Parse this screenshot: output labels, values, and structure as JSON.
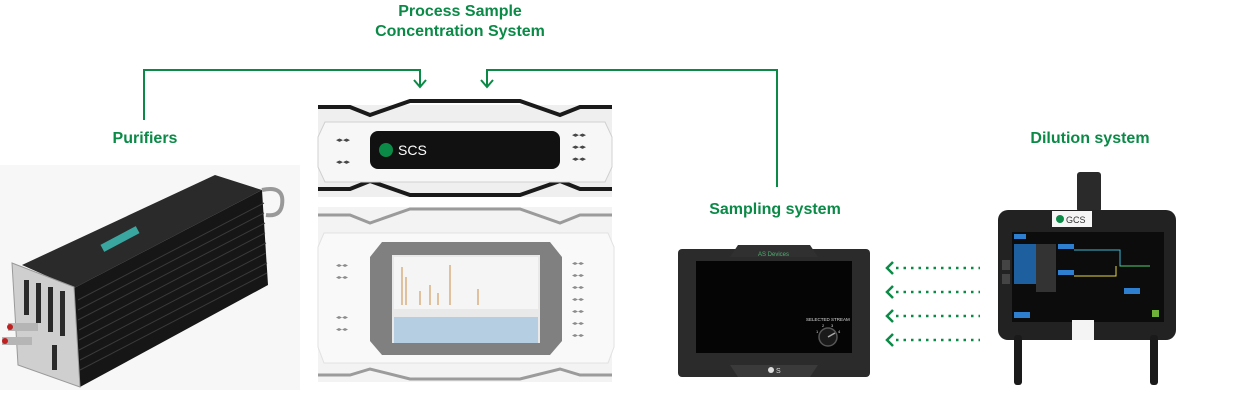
{
  "diagram": {
    "title_line1": "Process Sample",
    "title_line2": "Concentration System",
    "labels": {
      "purifiers": "Purifiers",
      "sampling": "Sampling system",
      "dilution": "Dilution system"
    },
    "colors": {
      "accent": "#0b8a47",
      "device_dark": "#1c1c1c",
      "device_light": "#f2f2f2",
      "background": "#ffffff"
    },
    "devices": {
      "scs_brand": "SCS",
      "gcs_brand": "GCS",
      "sampling_brand": "AS Devices",
      "sampling_model": "S",
      "sampling_selector_label": "SELECTED STREAM",
      "sampling_selector_positions": [
        "1",
        "2",
        "3",
        "4"
      ]
    },
    "connections": [
      {
        "from": "Purifiers",
        "to": "Process Sample Concentration System",
        "style": "solid"
      },
      {
        "from": "Sampling system",
        "to": "Process Sample Concentration System",
        "style": "solid"
      },
      {
        "from": "Dilution system",
        "to": "Sampling system",
        "style": "dotted",
        "count": 4
      }
    ]
  }
}
